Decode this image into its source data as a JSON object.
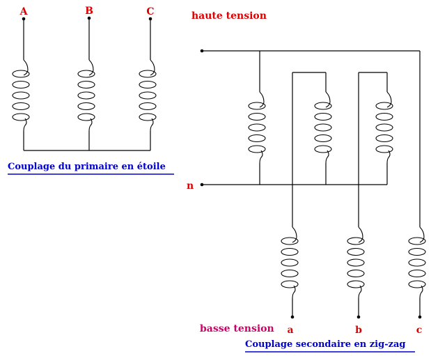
{
  "primary": {
    "terminals": [
      "A",
      "B",
      "C"
    ],
    "caption": "Couplage du primaire en étoile"
  },
  "secondary": {
    "high_voltage_label": "haute tension",
    "neutral_label": "n",
    "low_voltage_label": "basse tension",
    "terminals": [
      "a",
      "b",
      "c"
    ],
    "caption": "Couplage secondaire en zig-zag"
  },
  "colors": {
    "terminal_label": "#dd0000",
    "caption": "#0000cc",
    "low_voltage_label": "#cc0066",
    "wire": "#000000"
  }
}
